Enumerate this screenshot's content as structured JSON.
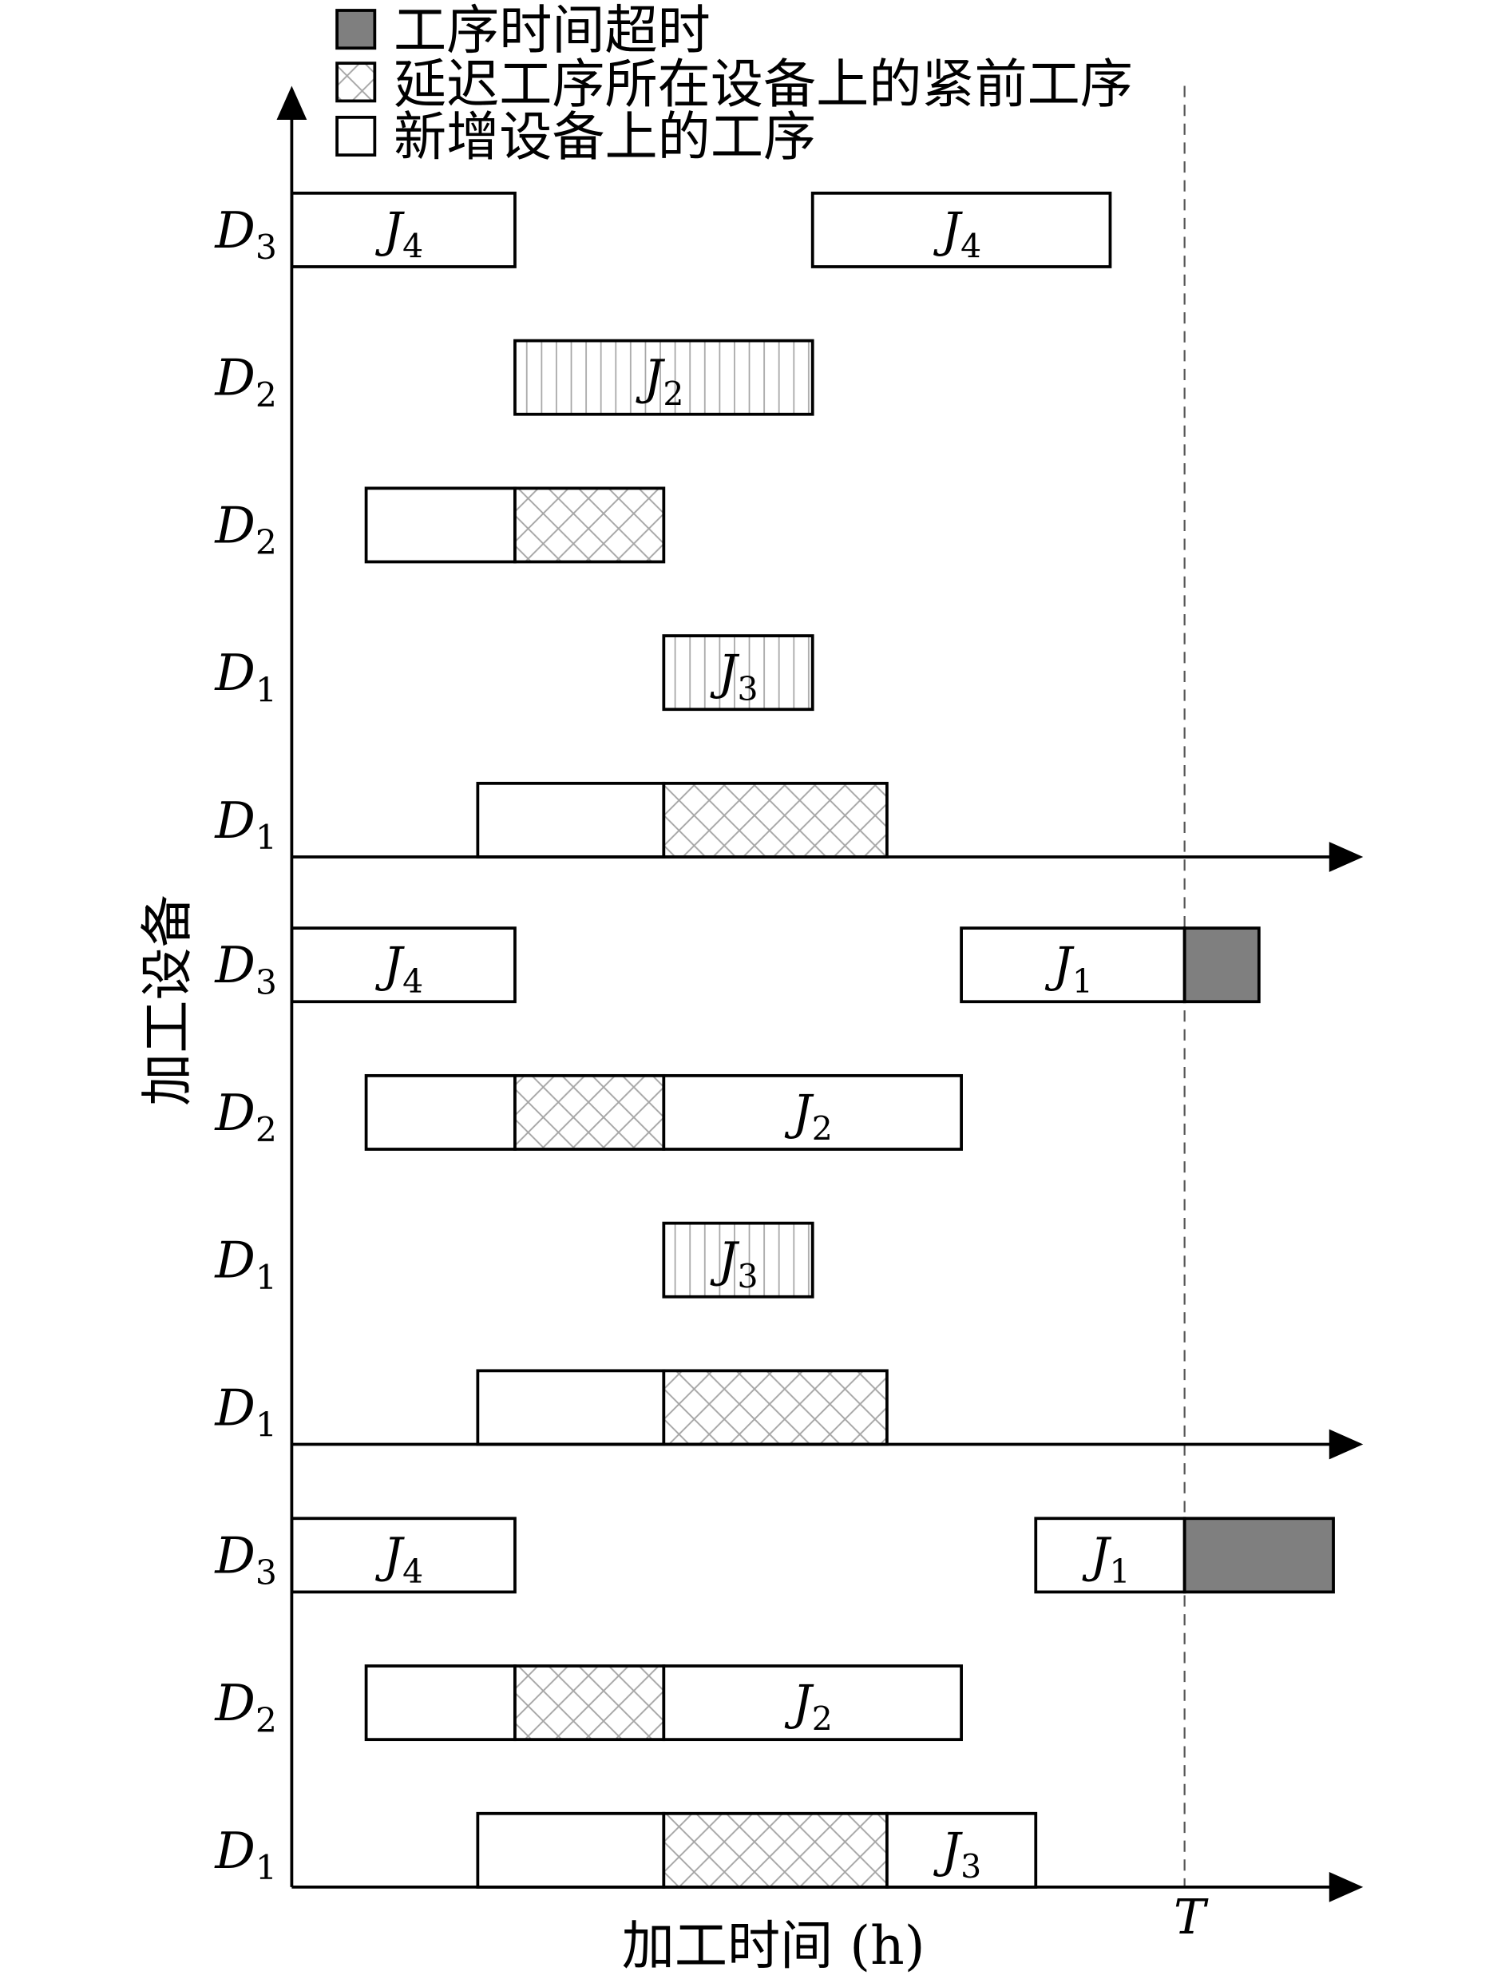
{
  "colors": {
    "overtime": "#7f7f7f",
    "hatch": "#a6a6a6",
    "outline": "#000000",
    "deadline": "#555555",
    "background": "#ffffff"
  },
  "chart_data": {
    "type": "bar",
    "xlabel": "加工时间 (h)",
    "ylabel": "加工设备",
    "xlim": [
      0,
      14.4
    ],
    "grid": false,
    "legend_position": "top-left",
    "legend": [
      {
        "label": "工序时间超时",
        "fill": "solid-gray"
      },
      {
        "label": "延迟工序所在设备上的紧前工序",
        "fill": "crosshatch"
      },
      {
        "label": "新增设备上的工序",
        "fill": "none"
      }
    ],
    "deadline": {
      "label": "T",
      "x": 12
    },
    "panels": [
      {
        "rows": [
          {
            "device": {
              "name": "D",
              "sub": "3"
            },
            "tasks": [
              {
                "start": 0,
                "end": 3,
                "fill": "none",
                "job": {
                  "name": "J",
                  "sub": "4"
                }
              },
              {
                "start": 7,
                "end": 11,
                "fill": "none",
                "job": {
                  "name": "J",
                  "sub": "4"
                }
              }
            ]
          },
          {
            "device": {
              "name": "D",
              "sub": "2"
            },
            "tasks": [
              {
                "start": 3,
                "end": 7,
                "fill": "vertical-lines",
                "job": {
                  "name": "J",
                  "sub": "2"
                }
              }
            ]
          },
          {
            "device": {
              "name": "D",
              "sub": "2"
            },
            "tasks": [
              {
                "start": 1,
                "end": 3,
                "fill": "none"
              },
              {
                "start": 3,
                "end": 5,
                "fill": "crosshatch"
              }
            ]
          },
          {
            "device": {
              "name": "D",
              "sub": "1"
            },
            "tasks": [
              {
                "start": 5,
                "end": 7,
                "fill": "vertical-lines",
                "job": {
                  "name": "J",
                  "sub": "3"
                }
              }
            ]
          },
          {
            "device": {
              "name": "D",
              "sub": "1"
            },
            "tasks": [
              {
                "start": 2.5,
                "end": 5,
                "fill": "none"
              },
              {
                "start": 5,
                "end": 8,
                "fill": "crosshatch"
              }
            ]
          }
        ]
      },
      {
        "rows": [
          {
            "device": {
              "name": "D",
              "sub": "3"
            },
            "tasks": [
              {
                "start": 0,
                "end": 3,
                "fill": "none",
                "job": {
                  "name": "J",
                  "sub": "4"
                }
              },
              {
                "start": 9,
                "end": 12,
                "fill": "none",
                "job": {
                  "name": "J",
                  "sub": "1"
                }
              },
              {
                "start": 12,
                "end": 13,
                "fill": "solid-gray"
              }
            ]
          },
          {
            "device": {
              "name": "D",
              "sub": "2"
            },
            "tasks": [
              {
                "start": 1,
                "end": 3,
                "fill": "none"
              },
              {
                "start": 3,
                "end": 5,
                "fill": "crosshatch"
              },
              {
                "start": 5,
                "end": 9,
                "fill": "none",
                "job": {
                  "name": "J",
                  "sub": "2"
                }
              }
            ]
          },
          {
            "device": {
              "name": "D",
              "sub": "1"
            },
            "tasks": [
              {
                "start": 5,
                "end": 7,
                "fill": "vertical-lines",
                "job": {
                  "name": "J",
                  "sub": "3"
                }
              }
            ]
          },
          {
            "device": {
              "name": "D",
              "sub": "1"
            },
            "tasks": [
              {
                "start": 2.5,
                "end": 5,
                "fill": "none"
              },
              {
                "start": 5,
                "end": 8,
                "fill": "crosshatch"
              }
            ]
          }
        ]
      },
      {
        "rows": [
          {
            "device": {
              "name": "D",
              "sub": "3"
            },
            "tasks": [
              {
                "start": 0,
                "end": 3,
                "fill": "none",
                "job": {
                  "name": "J",
                  "sub": "4"
                }
              },
              {
                "start": 10,
                "end": 12,
                "fill": "none",
                "job": {
                  "name": "J",
                  "sub": "1"
                }
              },
              {
                "start": 12,
                "end": 14,
                "fill": "solid-gray"
              }
            ]
          },
          {
            "device": {
              "name": "D",
              "sub": "2"
            },
            "tasks": [
              {
                "start": 1,
                "end": 3,
                "fill": "none"
              },
              {
                "start": 3,
                "end": 5,
                "fill": "crosshatch"
              },
              {
                "start": 5,
                "end": 9,
                "fill": "none",
                "job": {
                  "name": "J",
                  "sub": "2"
                }
              }
            ]
          },
          {
            "device": {
              "name": "D",
              "sub": "1"
            },
            "tasks": [
              {
                "start": 2.5,
                "end": 5,
                "fill": "none"
              },
              {
                "start": 5,
                "end": 8,
                "fill": "crosshatch"
              },
              {
                "start": 8,
                "end": 10,
                "fill": "none",
                "job": {
                  "name": "J",
                  "sub": "3"
                }
              }
            ]
          }
        ]
      }
    ]
  }
}
